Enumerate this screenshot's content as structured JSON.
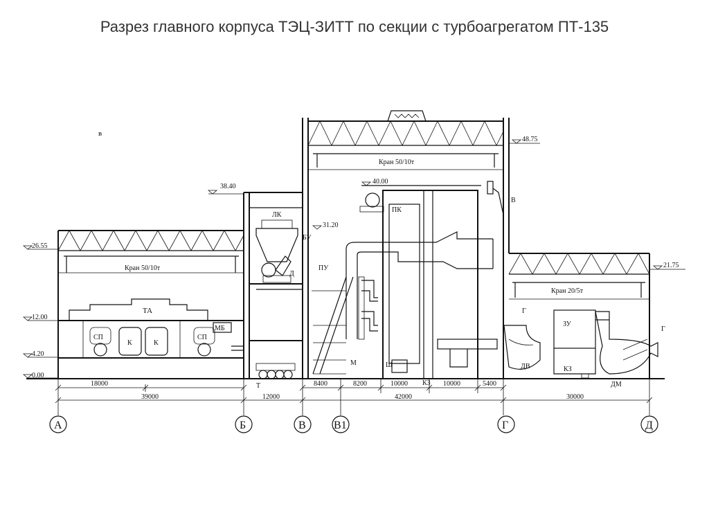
{
  "title": "Разрез главного корпуса ТЭЦ-ЗИТТ по секции с турбоагрегатом  ПТ-135",
  "corner_label": "в",
  "elevations": {
    "e2655": "26.55",
    "e1200": "12.00",
    "e420": "4.20",
    "e000": "0.00",
    "e3840": "38.40",
    "e3120": "31.20",
    "e4000": "40.00",
    "e4875": "48.75",
    "e2175": "21.75"
  },
  "cranes": {
    "turbine_hall": "Кран  50/10т",
    "boiler_hall": "Кран  50/10т",
    "side_bay": "Кран  20/5т"
  },
  "equipment": {
    "ta": "ТА",
    "sp_left": "СП",
    "k_left": "К",
    "k_right": "К",
    "sp_right": "СП",
    "mb": "МБ",
    "lk": "ЛК",
    "bu": "БУ",
    "d": "Д",
    "pu": "ПУ",
    "t": "Т",
    "m": "М",
    "pk": "ПК",
    "sh": "Ш",
    "kz": "КЗ",
    "v": "В",
    "g_left": "Г",
    "zu": "ЗУ",
    "g_right": "Г",
    "dv": "ДВ",
    "kz2": "КЗ",
    "dm": "ДМ"
  },
  "dimensions": {
    "d18000": "18000",
    "d39000": "39000",
    "d12000": "12000",
    "d8400": "8400",
    "d8200": "8200",
    "d10000a": "10000",
    "d10000b": "10000",
    "d5400": "5400",
    "d42000": "42000",
    "d30000": "30000"
  },
  "axes": {
    "a": "А",
    "b": "Б",
    "v": "В",
    "v1": "В1",
    "g": "Г",
    "d": "Д"
  }
}
